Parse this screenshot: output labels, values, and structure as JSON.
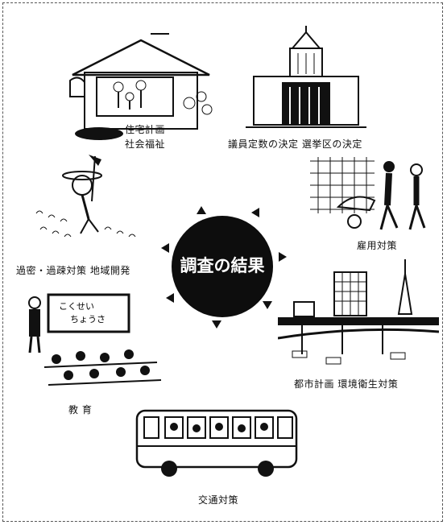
{
  "center": {
    "title": "調査の結果"
  },
  "captions": {
    "housing_line1": "住宅計画",
    "housing_line2": "社会福祉",
    "parliament": "議員定数の決定  選挙区の決定",
    "farming": "過密・過疎対策  地域開発",
    "employment": "雇用対策",
    "urban": "都市計画  環境衛生対策",
    "education": "教  育",
    "transport": "交通対策"
  },
  "blackboard": {
    "line1": "こくせい",
    "line2": "ちょうさ"
  }
}
